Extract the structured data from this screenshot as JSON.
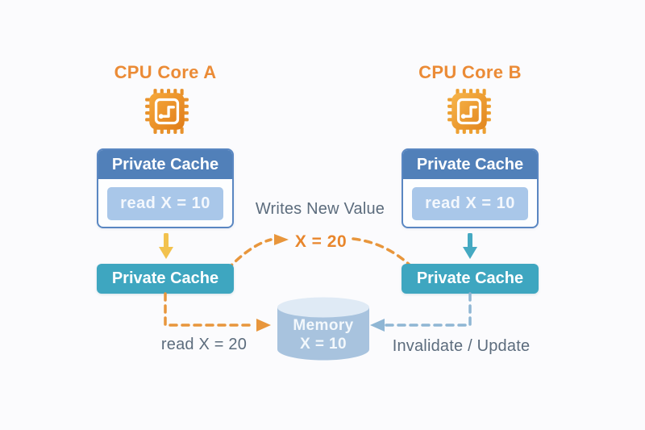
{
  "diagram": {
    "core_a": {
      "label": "CPU Core A",
      "icon": "cpu-chip-icon"
    },
    "core_b": {
      "label": "CPU Core B",
      "icon": "cpu-chip-icon"
    },
    "cache_a_top": {
      "title": "Private Cache",
      "value": "read X = 10"
    },
    "cache_b_top": {
      "title": "Private Cache",
      "value": "read X = 10"
    },
    "cache_a_bottom": {
      "label": "Private Cache"
    },
    "cache_b_bottom": {
      "label": "Private Cache"
    },
    "write_annotation": {
      "label": "Writes New Value",
      "value": "X = 20"
    },
    "memory": {
      "label": "Memory",
      "value": "X = 10"
    },
    "read_annotation": {
      "label": "read X = 20"
    },
    "invalidate_annotation": {
      "label": "Invalidate / Update"
    },
    "colors": {
      "background": "#FBFBFD",
      "core_label_orange": "#EB8B36",
      "chip_orange_light": "#F6A93C",
      "chip_orange_dark": "#E07C18",
      "cache_header_blue": "#5180B9",
      "cache_border_blue": "#5A87C2",
      "cache_value_blue": "#A9C7E9",
      "teal_cache": "#3EA6C0",
      "yellow_arrow": "#F2C24E",
      "orange_dashed": "#E8963C",
      "blue_dashed": "#8FB6D4",
      "memory_body_blue": "#A8C3DE",
      "memory_top_blue": "#DFEAF5",
      "annotation_gray": "#5C6C7D",
      "orange_value": "#E8862C"
    }
  }
}
